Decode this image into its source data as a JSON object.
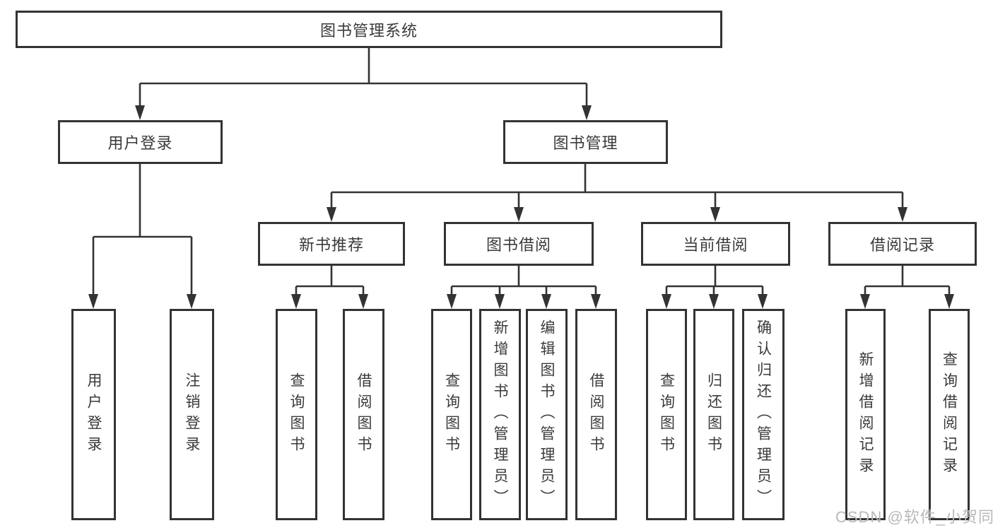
{
  "diagram_type": "hierarchy-tree",
  "tree": {
    "label": "图书管理系统",
    "children": [
      {
        "label": "用户登录",
        "children": [
          {
            "label": "用户登录"
          },
          {
            "label": "注销登录"
          }
        ]
      },
      {
        "label": "图书管理",
        "children": [
          {
            "label": "新书推荐",
            "children": [
              {
                "label": "查询图书"
              },
              {
                "label": "借阅图书"
              }
            ]
          },
          {
            "label": "图书借阅",
            "children": [
              {
                "label": "查询图书"
              },
              {
                "label": "新增图书（管理员）"
              },
              {
                "label": "编辑图书（管理员）"
              },
              {
                "label": "借阅图书"
              }
            ]
          },
          {
            "label": "当前借阅",
            "children": [
              {
                "label": "查询图书"
              },
              {
                "label": "归还图书"
              },
              {
                "label": "确认归还（管理员）"
              }
            ]
          },
          {
            "label": "借阅记录",
            "children": [
              {
                "label": "新增借阅记录"
              },
              {
                "label": "查询借阅记录"
              }
            ]
          }
        ]
      }
    ]
  },
  "watermark": "CSDN @软件_小贺同学",
  "colors": {
    "line": "#333333",
    "box_border": "#333333",
    "box_background": "#ffffff",
    "text": "#3a3a3a",
    "watermark": "#b9b9b9",
    "page_background": "#ffffff"
  }
}
